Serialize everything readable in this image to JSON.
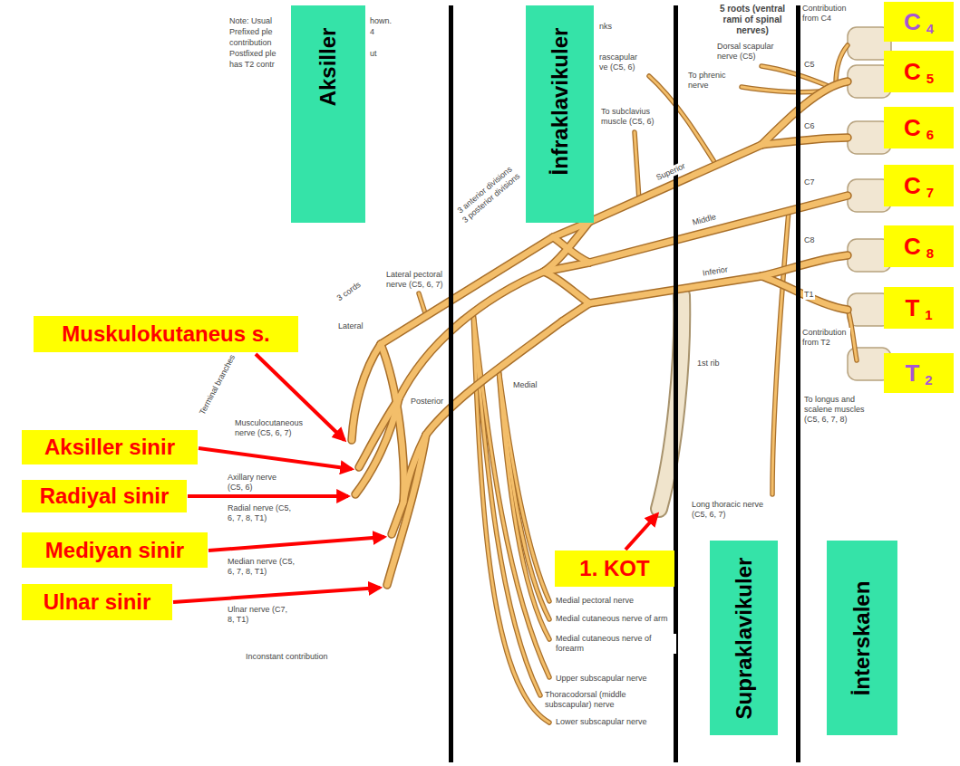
{
  "diagram": {
    "nodes": [
      {
        "text": [
          "Aksiller"
        ]
      },
      {
        "text": [
          "İnfraklavikuler"
        ]
      },
      {
        "text": [
          "C",
          "4"
        ]
      },
      {
        "text": [
          "C",
          "5"
        ]
      },
      {
        "text": [
          "C",
          "6"
        ]
      },
      {
        "text": [
          "C",
          "7"
        ]
      },
      {
        "text": [
          "C",
          "8"
        ]
      },
      {
        "text": [
          "T",
          "1"
        ]
      },
      {
        "text": [
          "T",
          "2"
        ]
      },
      {
        "text": [
          "Muskulokutaneus s."
        ]
      },
      {
        "text": [
          "Aksiller sinir"
        ]
      },
      {
        "text": [
          "Radiyal sinir"
        ]
      },
      {
        "text": [
          "Mediyan sinir"
        ]
      },
      {
        "text": [
          "1. KOT"
        ]
      },
      {
        "text": [
          "Ulnar sinir"
        ]
      },
      {
        "text": [
          "Supraklavikuler"
        ]
      },
      {
        "text": [
          "İnterskalen"
        ]
      }
    ],
    "labels": [
      "Note: Usual",
      "hown.",
      "Prefixed ple",
      "4",
      "contribution",
      "Postfixed ple",
      "ut",
      "has T2 contr",
      "5 roots (ventral rami of spinal nerves)",
      "Contribution from C4",
      "Dorsal scapular nerve (C5)",
      "To phrenic nerve",
      "nks",
      "rascapular",
      "ve (C5, 6)",
      "To subclavius muscle (C5, 6)",
      "Superior",
      "Middle",
      "Inferior",
      "C5",
      "C6",
      "C7",
      "C8",
      "T1",
      "1st rib",
      "Contribution from T2",
      "To longus and scalene muscles (C5, 6, 7, 8)",
      "Long thoracic nerve (C5, 6, 7)",
      "3 anterior divisions",
      "3 posterior divisions",
      "3 cords",
      "Lateral pectoral nerve (C5, 6, 7)",
      "Lateral",
      "Posterior",
      "Medial",
      "Terminal branches",
      "Musculocutaneous nerve (C5, 6, 7)",
      "Axillary nerve (C5, 6)",
      "Radial nerve (C5, 6, 7, 8, T1)",
      "Median nerve (C5, 6, 7, 8, T1)",
      "Ulnar nerve (C7, 8, T1)",
      "Inconstant contribution",
      "Medial pectoral nerve",
      "Medial cutaneous nerve of arm",
      "Medial cutaneous nerve of forearm",
      "Upper subscapular nerve",
      "Thoracodorsal (middle subscapular) nerve",
      "Lower subscapular nerve"
    ]
  }
}
